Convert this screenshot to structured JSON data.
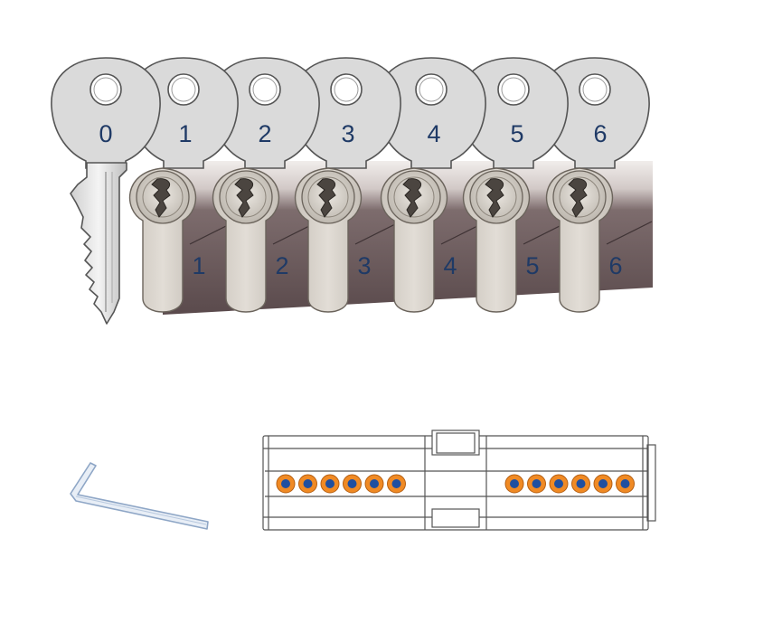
{
  "keys": [
    {
      "label": "0"
    },
    {
      "label": "1"
    },
    {
      "label": "2"
    },
    {
      "label": "3"
    },
    {
      "label": "4"
    },
    {
      "label": "5"
    },
    {
      "label": "6"
    }
  ],
  "cylinders": [
    {
      "label": "1"
    },
    {
      "label": "2"
    },
    {
      "label": "3"
    },
    {
      "label": "4"
    },
    {
      "label": "5"
    },
    {
      "label": "6"
    }
  ],
  "pins": {
    "left_count": 6,
    "right_count": 6
  },
  "colors": {
    "key_fill": "#dadada",
    "key_stroke": "#555555",
    "label_text": "#1f3a66",
    "cylinder_body": "#6e5a5c",
    "cylinder_top": "#e9e4e2",
    "cylinder_face": "#d6d1cb",
    "pin_outer": "#f08a24",
    "pin_inner": "#1f4fa0",
    "line": "#444444",
    "hex_key": "#9ab0cc"
  },
  "icons": {
    "hex_key": "hex-key-icon",
    "cylinder_outline": "cylinder-outline-icon"
  }
}
